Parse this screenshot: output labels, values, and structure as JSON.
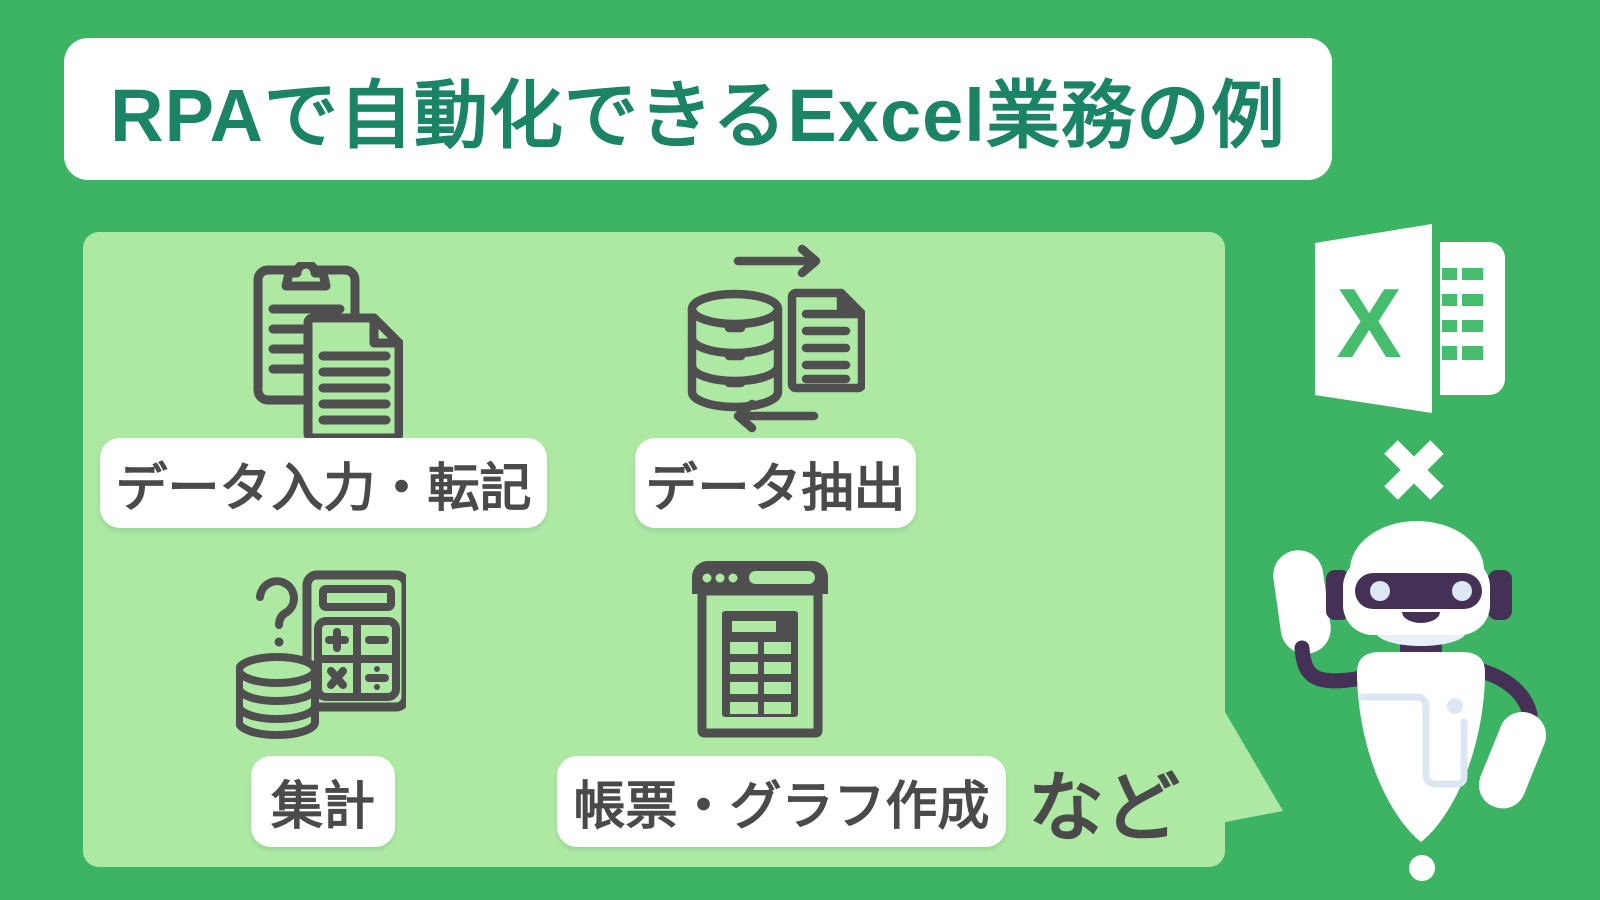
{
  "colors": {
    "background_green": "#3cb464",
    "panel_light_green": "#ade9a3",
    "card_white": "#ffffff",
    "title_text_teal": "#1b8467",
    "label_text_gray": "#4a4a4a",
    "icon_stroke_gray": "#4f4f4f",
    "robot_accent_purple": "#453056",
    "robot_detail_blue": "#dce7f3",
    "excel_logo_green": "#45bd6c"
  },
  "header": {
    "title": "RPAで自動化できるExcel業務の例"
  },
  "panel": {
    "items": [
      {
        "id": "data-entry",
        "label": "データ入力・転記",
        "icon": "clipboard-copy-icon"
      },
      {
        "id": "data-extract",
        "label": "データ抽出",
        "icon": "database-transfer-icon"
      },
      {
        "id": "aggregation",
        "label": "集計",
        "icon": "calculator-database-icon"
      },
      {
        "id": "report-graph",
        "label": "帳票・グラフ作成",
        "icon": "report-table-icon"
      }
    ],
    "suffix": "など"
  },
  "mascot": {
    "excel_letter": "X",
    "operator": "×",
    "description": "robot-mascot"
  }
}
